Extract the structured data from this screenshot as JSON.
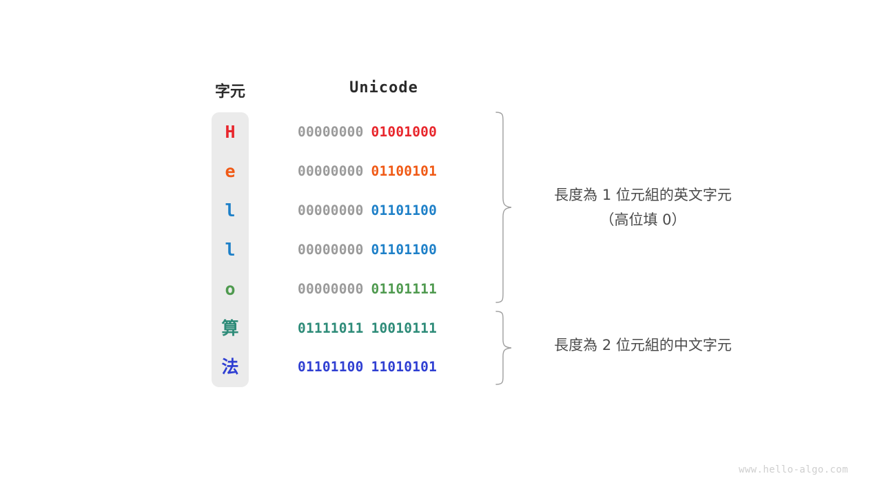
{
  "headers": {
    "char": "字元",
    "unicode": "Unicode"
  },
  "colors": {
    "panel_background": "#ebebeb",
    "high_byte_gray": "#9a9a9a",
    "annotation_text": "#4a4a4a",
    "brace_stroke": "#9e9e9e",
    "watermark": "#cfcfcf",
    "header_text": "#2b2b2b"
  },
  "rows": [
    {
      "char": "H",
      "color": "#e8262c",
      "high": "00000000",
      "low": "01001000",
      "high_active": false,
      "script": "latin"
    },
    {
      "char": "e",
      "color": "#f05a16",
      "high": "00000000",
      "low": "01100101",
      "high_active": false,
      "script": "latin"
    },
    {
      "char": "l",
      "color": "#1e80c8",
      "high": "00000000",
      "low": "01101100",
      "high_active": false,
      "script": "latin"
    },
    {
      "char": "l",
      "color": "#1e80c8",
      "high": "00000000",
      "low": "01101100",
      "high_active": false,
      "script": "latin"
    },
    {
      "char": "o",
      "color": "#4f9a4f",
      "high": "00000000",
      "low": "01101111",
      "high_active": false,
      "script": "latin"
    },
    {
      "char": "算",
      "color": "#2d8b78",
      "high": "01111011",
      "low": "10010111",
      "high_active": true,
      "script": "cjk"
    },
    {
      "char": "法",
      "color": "#2f3fd2",
      "high": "01101100",
      "low": "11010101",
      "high_active": true,
      "script": "cjk"
    }
  ],
  "annotations": [
    {
      "main": "長度為 1 位元組的英文字元",
      "sub": "（高位填 0）"
    },
    {
      "main": "長度為 2 位元組的中文字元",
      "sub": ""
    }
  ],
  "watermark": "www.hello-algo.com"
}
